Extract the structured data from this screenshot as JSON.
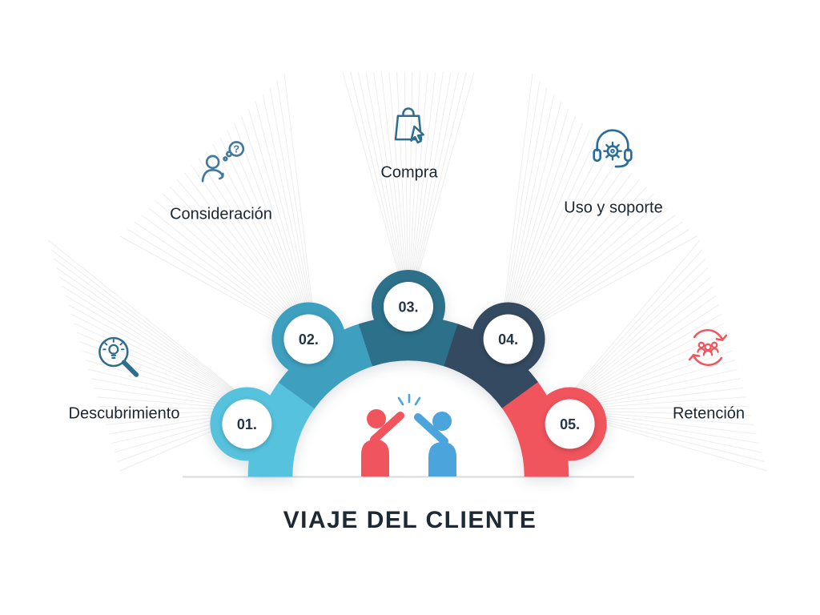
{
  "title": "VIAJE DEL CLIENTE",
  "stages": [
    {
      "number": "01.",
      "label": "Descubrimiento",
      "color": "#56C2DD",
      "icon": "magnifier-lightbulb-icon",
      "icon_color": "#2E6D8C"
    },
    {
      "number": "02.",
      "label": "Consideración",
      "color": "#3F9FBE",
      "icon": "person-question-icon",
      "icon_color": "#43799F"
    },
    {
      "number": "03.",
      "label": "Compra",
      "color": "#2D7089",
      "icon": "shopping-bag-cursor-icon",
      "icon_color": "#2E6D8C"
    },
    {
      "number": "04.",
      "label": "Uso y soporte",
      "color": "#344A60",
      "icon": "headset-gear-icon",
      "icon_color": "#2A6D9B"
    },
    {
      "number": "05.",
      "label": "Retención",
      "color": "#F0545C",
      "icon": "hands-people-retention-icon",
      "icon_color": "#F0545C"
    }
  ],
  "number_text_color": "#223649",
  "center_illustration": {
    "left_person_color": "#F0545C",
    "right_person_color": "#4BA5DC"
  }
}
